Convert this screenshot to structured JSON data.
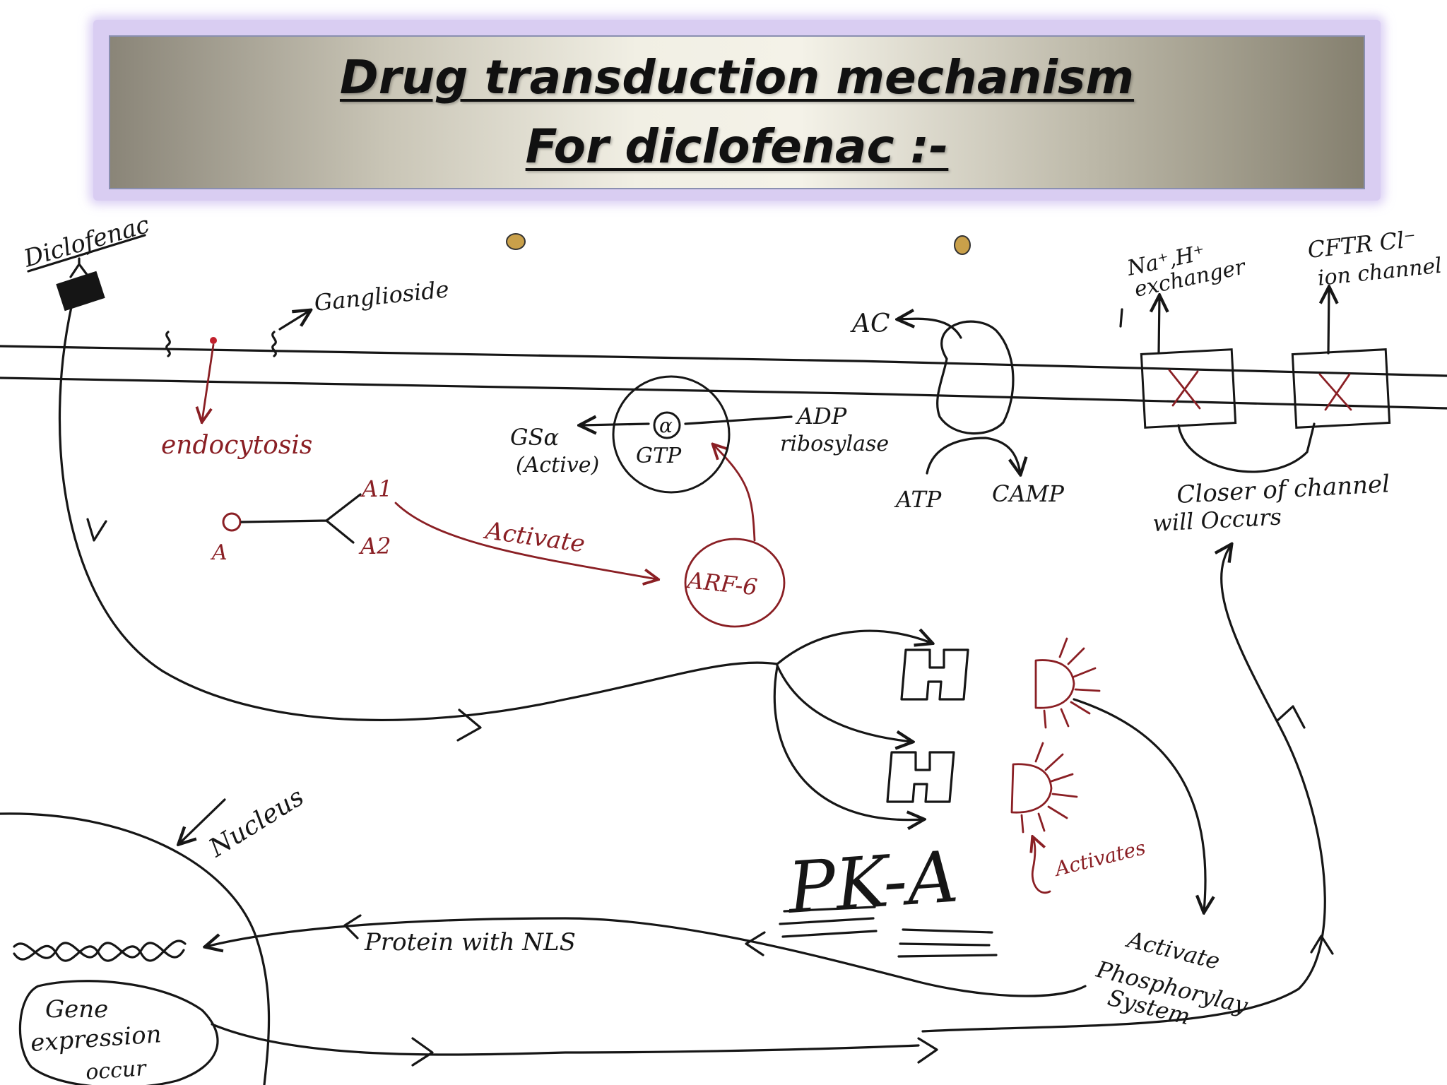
{
  "title": {
    "line1": "Drug transduction mechanism",
    "line2": "For diclofenac :-"
  },
  "labels": {
    "diclofenac": "Diclofenac",
    "ganglioside": "Ganglioside",
    "endocytosis": "endocytosis",
    "a": "A",
    "a1": "A1",
    "a2": "A2",
    "activate": "Activate",
    "arf6": "ARF-6",
    "gsa_active_1": "GSα",
    "gsa_active_2": "(Active)",
    "alpha": "α",
    "gtp": "GTP",
    "adp_ribosylase_1": "ADP",
    "adp_ribosylase_2": "ribosylase",
    "ac": "AC",
    "atp": "ATP",
    "camp": "CAMP",
    "nah_exchanger_1": "Na⁺,H⁺",
    "nah_exchanger_2": "exchanger",
    "cftr_1": "CFTR Cl⁻",
    "cftr_2": "ion channel",
    "closer_1": "Closer of channel",
    "closer_2": "will Occurs",
    "pka": "PK-A",
    "activates": "Activates",
    "nucleus": "Nucleus",
    "protein_nls": "Protein with NLS",
    "phospho_1": "Activate",
    "phospho_2": "Phosphorylay",
    "phospho_3": "System",
    "gene_1": "Gene",
    "gene_2": "expression",
    "gene_3": "occur"
  },
  "colors": {
    "ink": "#161616",
    "red_ink": "#8a1f24",
    "title_frame": "#d9cdf2"
  }
}
